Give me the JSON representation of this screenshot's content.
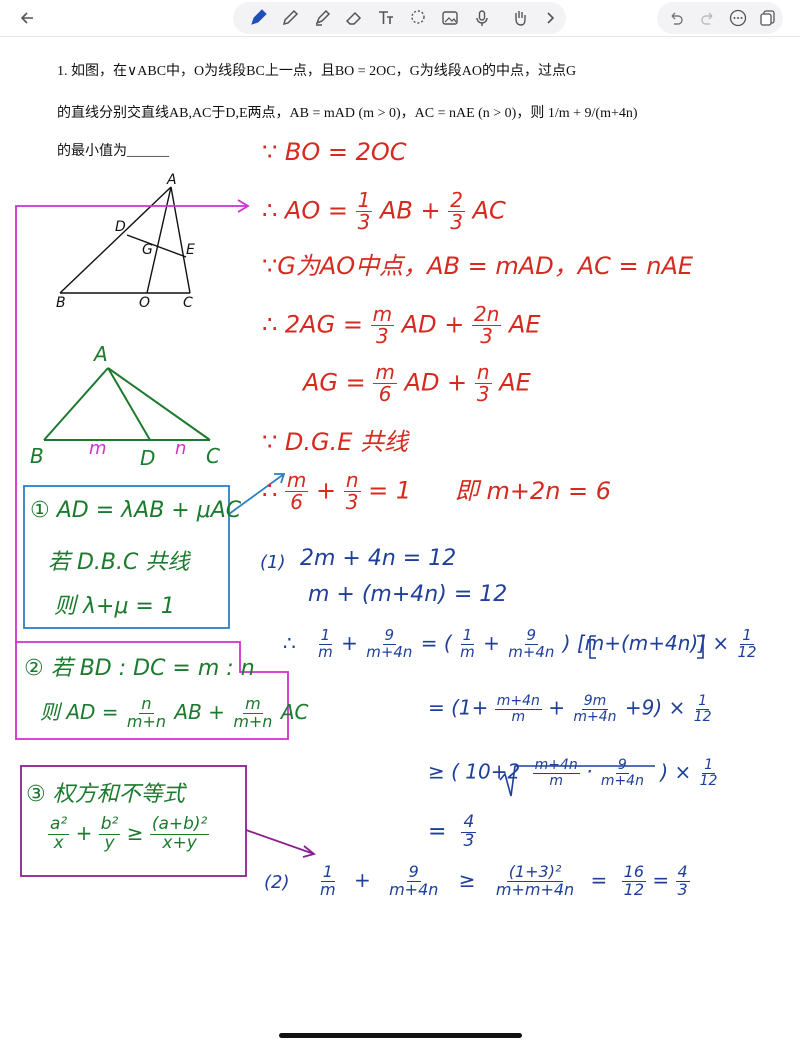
{
  "toolbar": {
    "icons": [
      "back-arrow-icon",
      "pen-icon",
      "pencil-icon",
      "highlighter-icon",
      "eraser-icon",
      "text-tool-icon",
      "lasso-icon",
      "image-icon",
      "microphone-icon",
      "hand-icon",
      "chevron-right-icon",
      "undo-icon",
      "redo-icon",
      "more-icon",
      "pages-icon"
    ]
  },
  "question": {
    "line1": "1. 如图，在∨ABC中，O为线段BC上一点，且BO = 2OC，G为线段AO的中点，过点G",
    "line2": "的直线分别交直线AB,AC于D,E两点，AB = mAD (m > 0)，AC = nAE (n > 0)，则 1/m + 9/(m+4n)",
    "line3": "的最小值为______"
  },
  "triangle1": {
    "A": "A",
    "B": "B",
    "C": "C",
    "D": "D",
    "E": "E",
    "G": "G",
    "O": "O"
  },
  "triangle2": {
    "A": "A",
    "B": "B",
    "C": "C",
    "D": "D",
    "m": "m",
    "n": "n"
  },
  "solution": {
    "s1": "∵ BO = 2OC",
    "s2a": "∴ AO =",
    "s2b": "1",
    "s2c": "3",
    "s2d": "AB +",
    "s2e": "2",
    "s2f": "3",
    "s2g": "AC",
    "s3": "∵G为AO中点，AB = mAD，AC = nAE",
    "s4a": "∴ 2AG =",
    "s4b": "m",
    "s4c": "3",
    "s4d": "AD +",
    "s4e": "2n",
    "s4f": "3",
    "s4g": "AE",
    "s5a": "AG =",
    "s5b": "m",
    "s5c": "6",
    "s5d": "AD +",
    "s5e": "n",
    "s5f": "3",
    "s5g": "AE",
    "s6": "∵ D.G.E 共线",
    "s7a": "∴",
    "s7b": "m",
    "s7c": "6",
    "s7d": "+",
    "s7e": "n",
    "s7f": "3",
    "s7g": "= 1",
    "s7h": "即 m+2n = 6"
  },
  "box1": {
    "l1": "① AD = λAB + μAC",
    "l2": "若 D.B.C 共线",
    "l3": "则 λ+μ = 1"
  },
  "box2": {
    "l1": "② 若 BD : DC = m : n",
    "l2a": "则 AD =",
    "n1": "n",
    "d1": "m+n",
    "m2": "AB +",
    "n2": "m",
    "d2": "m+n",
    "e2": "AC"
  },
  "box3": {
    "title": "③ 权方和不等式",
    "a": "a²",
    "x": "x",
    "plus": "+",
    "b": "b²",
    "y": "y",
    "ge": "≥",
    "ab": "(a+b)²",
    "xy": "x+y"
  },
  "method1": {
    "label": "(1)",
    "l1": "2m + 4n = 12",
    "l2": "m + (m+4n) = 12",
    "l3a": "∴",
    "l3b": "1",
    "l3c": "m",
    "l3d": "+",
    "l3e": "9",
    "l3f": "m+4n",
    "l3g": "= (",
    "l3h": "1",
    "l3i": "m",
    "l3j": "+",
    "l3k": "9",
    "l3l": "m+4n",
    "l3m": ") [m+(m+4n)] ×",
    "l3n": "1",
    "l3o": "12",
    "l4a": "= (1+",
    "l4b": "m+4n",
    "l4c": "m",
    "l4d": "+",
    "l4e": "9m",
    "l4f": "m+4n",
    "l4g": "+9) ×",
    "l4h": "1",
    "l4i": "12",
    "l5a": "≥ ( 10+2",
    "l5b": "m+4n",
    "l5c": "m",
    "l5d": "·",
    "l5e": "9",
    "l5f": "m+4n",
    "l5g": ") ×",
    "l5h": "1",
    "l5i": "12",
    "l6a": "=",
    "l6b": "4",
    "l6c": "3"
  },
  "method2": {
    "label": "(2)",
    "a": "1",
    "b": "m",
    "plus": "+",
    "c": "9",
    "d": "m+4n",
    "ge": "≥",
    "e": "(1+3)²",
    "f": "m+m+4n",
    "eq1": "=",
    "g": "16",
    "h": "12",
    "eq2": "=",
    "i": "4",
    "j": "3"
  }
}
